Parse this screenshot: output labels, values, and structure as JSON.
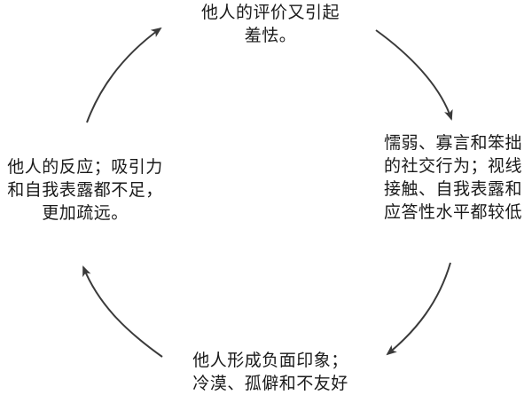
{
  "diagram": {
    "nodes": [
      {
        "id": "top",
        "text": "他人的评价又引起\n羞怯。"
      },
      {
        "id": "right",
        "text": "懦弱、寡言和笨拙\n的社交行为；视线\n接触、自我表露和\n应答性水平都较低"
      },
      {
        "id": "bottom",
        "text": "他人形成负面印象；\n冷漠、孤僻和不友好"
      },
      {
        "id": "left",
        "text": "他人的反应；吸引力\n和自我表露都不足，\n更加疏远。"
      }
    ],
    "edges": [
      {
        "from": "top",
        "to": "right"
      },
      {
        "from": "right",
        "to": "bottom"
      },
      {
        "from": "bottom",
        "to": "left"
      },
      {
        "from": "left",
        "to": "top"
      }
    ],
    "layout": "clockwise-cycle",
    "colors": {
      "arrow": "#3a3a3a",
      "text": "#1a1a1a"
    }
  }
}
